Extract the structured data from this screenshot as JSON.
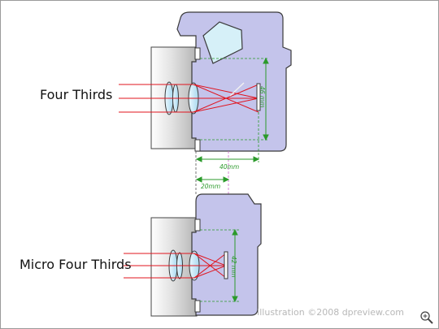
{
  "labels": {
    "four_thirds": "Four Thirds",
    "micro_four_thirds": "Micro Four Thirds"
  },
  "dimensions": {
    "flange_ft": "40mm",
    "flange_mft": "20mm",
    "mount_ft": "46 mm",
    "mount_mft": "42 mm"
  },
  "credit": "Illustration ©2008 dpreview.com",
  "icons": {
    "zoom": "magnifier-plus-icon"
  },
  "colors": {
    "body_fill": "#c4c4eb",
    "body_stroke": "#3a3a3a",
    "dimension": "#2b9a2b",
    "light_ray": "#e0141e",
    "prism": "#d6f0f8"
  }
}
